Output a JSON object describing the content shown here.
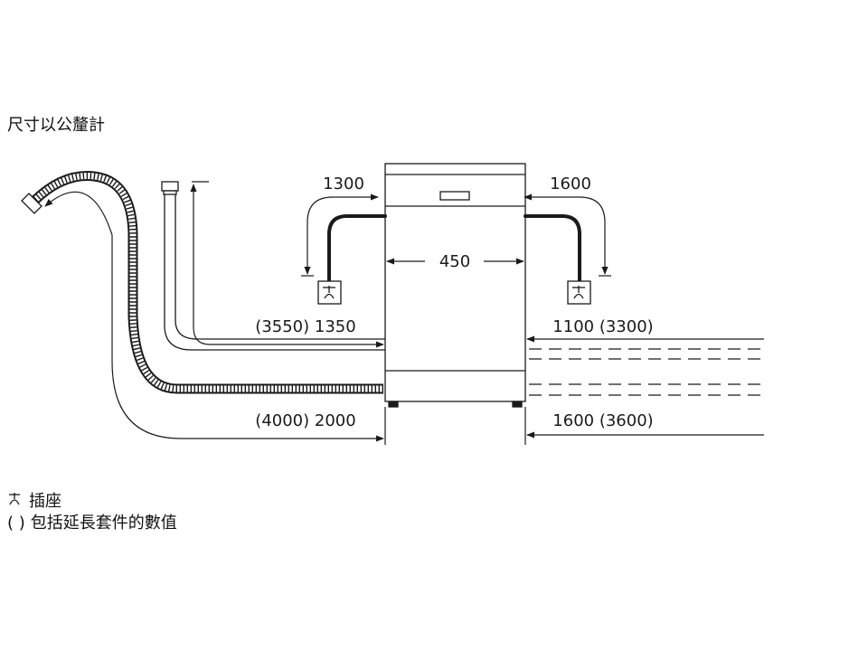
{
  "unit_note": "尺寸以公釐計",
  "dimensions": {
    "width": "450",
    "power_cord_left": "1300",
    "power_cord_right": "1600",
    "inlet_hose_left": "(3550) 1350",
    "inlet_hose_right": "1100 (3300)",
    "drain_hose_left": "(4000) 2000",
    "drain_hose_right": "1600 (3600)"
  },
  "legend": {
    "socket_symbol_label": "插座",
    "extension_note_symbol": "( )",
    "extension_note_label": "包括延長套件的數值"
  }
}
